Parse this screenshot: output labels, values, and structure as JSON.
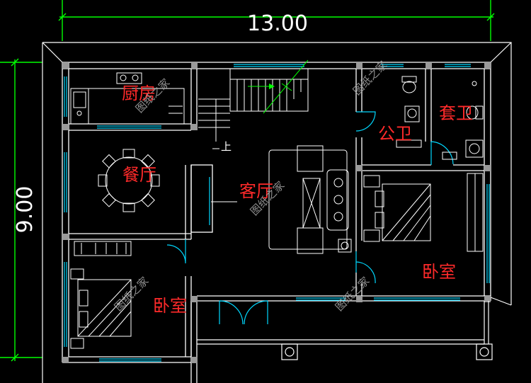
{
  "colors": {
    "background": "#000000",
    "wall": "#ffffff",
    "column": "#9a9a9a",
    "dimension": "#00ff00",
    "window": "#00d8ff",
    "furniture": "#ffffff",
    "label": "#ff2a2a",
    "watermark": "#a8a8a8"
  },
  "dimensions": {
    "width": "13.00",
    "height": "9.00"
  },
  "rooms": {
    "kitchen": "厨房",
    "dining": "餐厅",
    "living": "客厅",
    "public_bath": "公卫",
    "ensuite_bath": "套卫",
    "bedroom_right": "卧室",
    "bedroom_left": "卧室"
  },
  "stair_label": "上",
  "watermark": "图纸之家"
}
